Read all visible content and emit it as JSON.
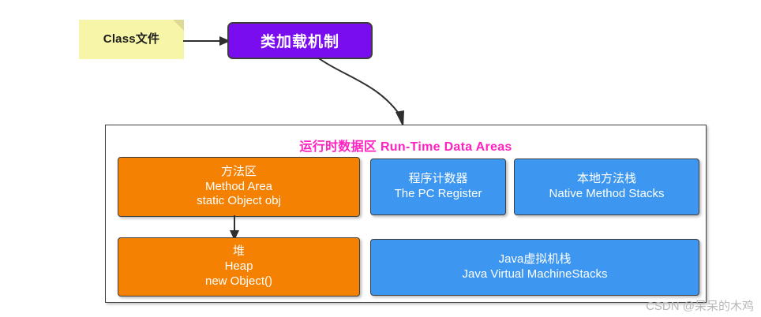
{
  "diagram": {
    "title_cn": "运行时数据区",
    "source_note": {
      "label": "Class文件",
      "icon": "folded-corner"
    },
    "class_loader": {
      "label": "类加载机制",
      "color": "#7a0cf0"
    },
    "runtime_area": {
      "title": "运行时数据区 Run-Time Data Areas",
      "title_color": "#ff22c0",
      "regions": [
        {
          "id": "method-area",
          "cn": "方法区",
          "en": "Method Area",
          "extra": "static Object obj",
          "color": "#f58103"
        },
        {
          "id": "heap",
          "cn": "堆",
          "en": "Heap",
          "extra": "new Object()",
          "color": "#f58103"
        },
        {
          "id": "pc-register",
          "cn": "程序计数器",
          "en": "The PC Register",
          "extra": "",
          "color": "#3d97f0"
        },
        {
          "id": "native-method-stacks",
          "cn": "本地方法栈",
          "en": "Native Method Stacks",
          "extra": "",
          "color": "#3d97f0"
        },
        {
          "id": "jvm-stacks",
          "cn": "Java虚拟机栈",
          "en": "Java Virtual MachineStacks",
          "extra": "",
          "color": "#3d97f0"
        }
      ]
    },
    "watermark": "CSDN @呆呆的木鸡"
  }
}
